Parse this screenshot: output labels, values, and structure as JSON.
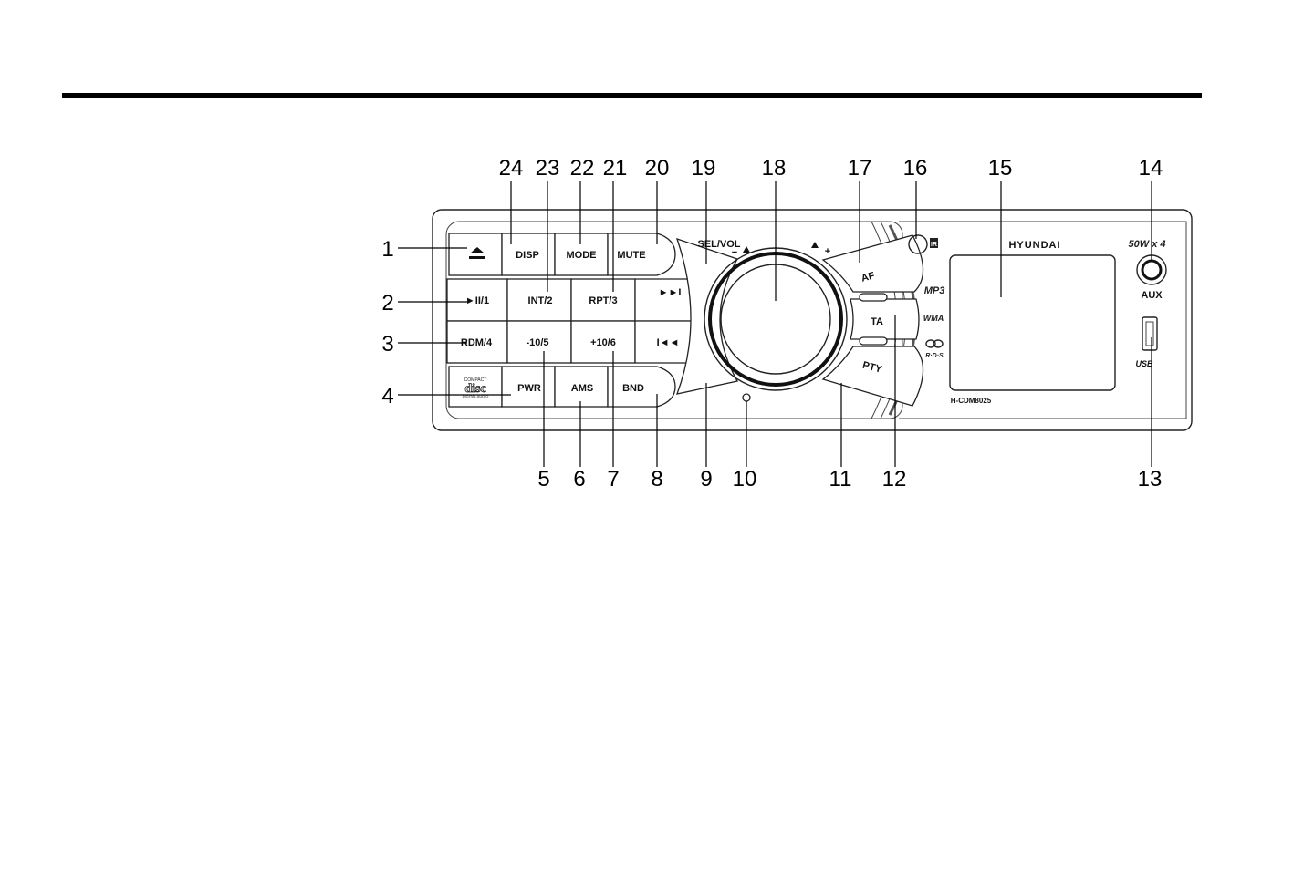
{
  "callouts": [
    "1",
    "2",
    "3",
    "4",
    "5",
    "6",
    "7",
    "8",
    "9",
    "10",
    "11",
    "12",
    "13",
    "14",
    "15",
    "16",
    "17",
    "18",
    "19",
    "20",
    "21",
    "22",
    "23",
    "24"
  ],
  "buttons": {
    "disp": "DISP",
    "mode": "MODE",
    "mute": "MUTE",
    "play_pause": "►II/1",
    "int": "INT/2",
    "rpt": "RPT/3",
    "rdm": "RDM/4",
    "minus10": "-10/5",
    "plus10": "+10/6",
    "pwr": "PWR",
    "ams": "AMS",
    "bnd": "BND",
    "next": "►►I",
    "prev": "I◄◄",
    "af": "AF",
    "ta": "TA",
    "pty": "PTY"
  },
  "labels": {
    "sel_vol": "SEL/VOL",
    "minus": "−",
    "plus": "+",
    "ir": "IR",
    "brand": "HYUNDAI",
    "power_rating": "50W x 4",
    "aux": "AUX",
    "mp3": "MP3",
    "wma": "WMA",
    "rds": "R·D·S",
    "model": "H-CDM8025",
    "usb": "USB",
    "disc_top": "COMPACT",
    "disc_main": "disc",
    "disc_bottom": "DIGITAL AUDIO"
  },
  "icons": [
    "eject-icon",
    "next-track-icon",
    "prev-track-icon",
    "ir-sensor-icon",
    "usb-port-icon",
    "aux-jack-icon",
    "rds-logo-icon",
    "compact-disc-logo-icon"
  ]
}
